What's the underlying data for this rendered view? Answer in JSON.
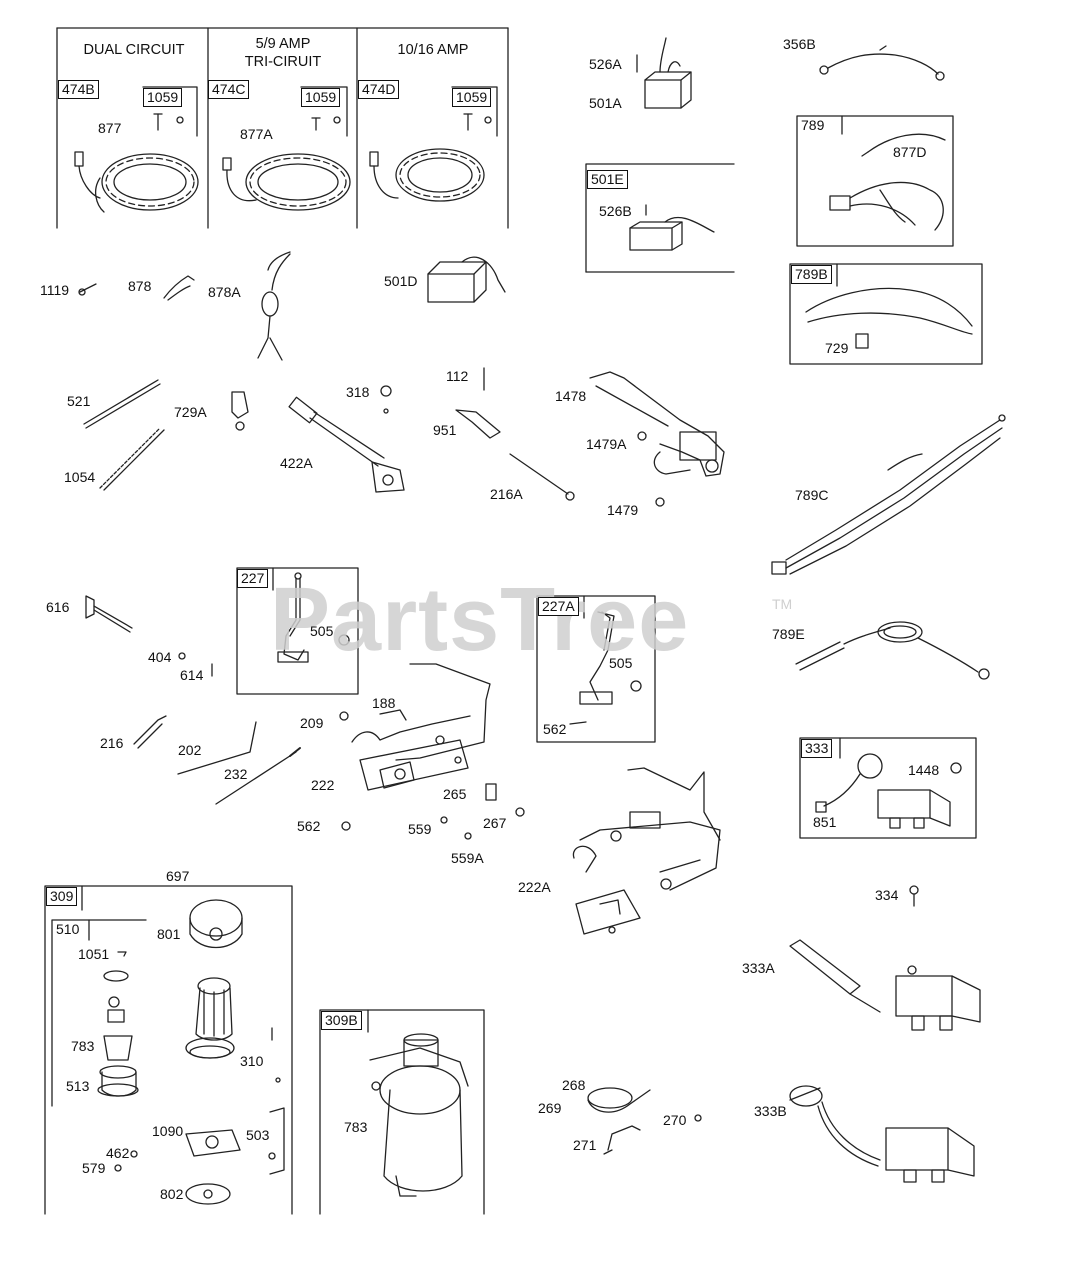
{
  "watermark": {
    "text": "PartsTree",
    "trademark": "TM"
  },
  "headers": {
    "dual_circuit": "DUAL CIRCUIT",
    "tri_circuit_amp": "5/9    AMP",
    "tri_circuit": "TRI-CIRUIT",
    "amp_10_16": "10/16 AMP"
  },
  "group_tags": {
    "g474B": "474B",
    "g1059a": "1059",
    "g474C": "474C",
    "g1059b": "1059",
    "g474D": "474D",
    "g1059c": "1059",
    "g501E": "501E",
    "g789": "789",
    "g789B": "789B",
    "g227": "227",
    "g227A": "227A",
    "g333": "333",
    "g309": "309",
    "g510": "510",
    "g309B": "309B"
  },
  "parts": {
    "p877": "877",
    "p877A": "877A",
    "p526A": "526A",
    "p501A": "501A",
    "p356B": "356B",
    "p526B": "526B",
    "p877D": "877D",
    "p501D": "501D",
    "p1119": "1119",
    "p878": "878",
    "p878A": "878A",
    "p729": "729",
    "p521": "521",
    "p729A": "729A",
    "p318": "318",
    "p112": "112",
    "p1478": "1478",
    "p951": "951",
    "p1479A": "1479A",
    "p422A": "422A",
    "p1054": "1054",
    "p216A": "216A",
    "p1479": "1479",
    "p789C": "789C",
    "p616": "616",
    "p505a": "505",
    "p404": "404",
    "p614": "614",
    "p505b": "505",
    "p789E": "789E",
    "p562a": "562",
    "p188": "188",
    "p209": "209",
    "p216": "216",
    "p202": "202",
    "p232": "232",
    "p222": "222",
    "p1448": "1448",
    "p851": "851",
    "p265": "265",
    "p267": "267",
    "p562b": "562",
    "p559": "559",
    "p559A": "559A",
    "p697": "697",
    "p222A": "222A",
    "p334": "334",
    "p801": "801",
    "p1051": "1051",
    "p333A": "333A",
    "p783a": "783",
    "p310": "310",
    "p513": "513",
    "p1090": "1090",
    "p503": "503",
    "p268": "268",
    "p269": "269",
    "p270": "270",
    "p333B": "333B",
    "p783b": "783",
    "p271": "271",
    "p462": "462",
    "p579": "579",
    "p802": "802"
  }
}
